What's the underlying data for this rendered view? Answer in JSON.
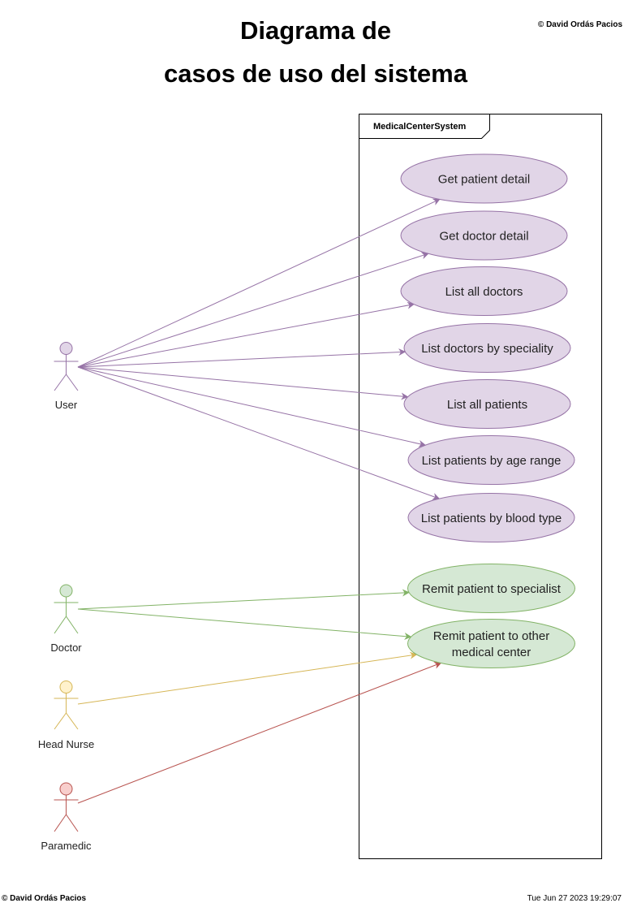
{
  "header": {
    "title_line1": "Diagrama de",
    "title_line2": "casos de uso del sistema",
    "copyright": "© David Ordás Pacios"
  },
  "footer": {
    "copyright": "© David Ordás Pacios",
    "date": "Tue Jun 27 2023 19:29:07"
  },
  "system": {
    "name": "MedicalCenterSystem"
  },
  "actors": {
    "user": {
      "label": "User",
      "color": "#9673a6",
      "fill": "#e1d5e7"
    },
    "doctor": {
      "label": "Doctor",
      "color": "#82b366",
      "fill": "#d5e8d4"
    },
    "head_nurse": {
      "label": "Head Nurse",
      "color": "#d6b656",
      "fill": "#fff2cc"
    },
    "paramedic": {
      "label": "Paramedic",
      "color": "#b85450",
      "fill": "#f8cecc"
    }
  },
  "use_cases": {
    "get_patient_detail": {
      "lines": [
        "Get patient detail"
      ]
    },
    "get_doctor_detail": {
      "lines": [
        "Get doctor detail"
      ]
    },
    "list_all_doctors": {
      "lines": [
        "List all doctors"
      ]
    },
    "list_doctors_by_speciality": {
      "lines": [
        "List doctors by speciality"
      ]
    },
    "list_all_patients": {
      "lines": [
        "List all patients"
      ]
    },
    "list_patients_by_age_range": {
      "lines": [
        "List patients by age range"
      ]
    },
    "list_patients_by_blood_type": {
      "lines": [
        "List patients by blood type"
      ]
    },
    "remit_patient_to_specialist": {
      "lines": [
        "Remit patient to specialist"
      ]
    },
    "remit_patient_to_other_center": {
      "lines": [
        "Remit patient to other",
        "medical center"
      ]
    }
  },
  "associations": [
    {
      "from": "user",
      "to": "get_patient_detail"
    },
    {
      "from": "user",
      "to": "get_doctor_detail"
    },
    {
      "from": "user",
      "to": "list_all_doctors"
    },
    {
      "from": "user",
      "to": "list_doctors_by_speciality"
    },
    {
      "from": "user",
      "to": "list_all_patients"
    },
    {
      "from": "user",
      "to": "list_patients_by_age_range"
    },
    {
      "from": "user",
      "to": "list_patients_by_blood_type"
    },
    {
      "from": "doctor",
      "to": "remit_patient_to_specialist"
    },
    {
      "from": "doctor",
      "to": "remit_patient_to_other_center"
    },
    {
      "from": "head_nurse",
      "to": "remit_patient_to_other_center"
    },
    {
      "from": "paramedic",
      "to": "remit_patient_to_other_center"
    }
  ]
}
